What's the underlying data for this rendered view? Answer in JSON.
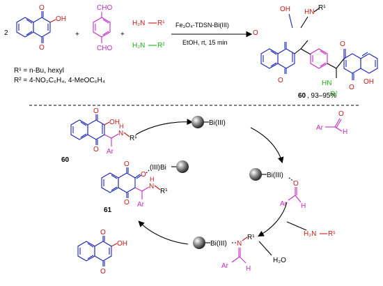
{
  "colors": {
    "blue": "#1a23b8",
    "magenta": "#c42bc4",
    "red": "#c41a1a",
    "green": "#1fae1f",
    "black": "#000000"
  },
  "top": {
    "coef": "2",
    "plus1": "+",
    "plus2": "+",
    "cho_top": "CHO",
    "cho_bot": "CHO",
    "h2n1": "H₂N",
    "r1": "R¹",
    "h2n2": "H₂N",
    "r2": "R²",
    "reagent": "Fe₃O₄-TDSN-Bi(III)",
    "conditions": "EtOH, rt, 15 min",
    "r1_def": "R¹ = n-Bu, hexyl",
    "r2_def": "R² = 4-NO₂C₆H₄, 4-MeOC₆H₄",
    "product_label": "60",
    "yield": ", 93–95%",
    "prod_oh1": "OH",
    "prod_hn1": "HN",
    "prod_r1": "R¹",
    "prod_o1": "O",
    "prod_o2": "O",
    "prod_o3": "O",
    "prod_o4": "O",
    "prod_hn2": "HN",
    "prod_r2": "R²",
    "prod_oh2": "OH"
  },
  "cycle": {
    "bi1": "Bi(III)",
    "bi2": "Bi(III)",
    "bi3": "Bi(III)",
    "bi4": "(III)Bi",
    "ald_ar": "Ar",
    "ald_o": "O",
    "ald_h": "H",
    "cx_o": "O",
    "cx_ar": "Ar",
    "cx_h": "H",
    "amine": "H₂N",
    "amine_r": "R¹",
    "water": "H₂O",
    "im_n": "N",
    "im_r": "R¹",
    "im_ar": "Ar",
    "im_h": "H",
    "p60_label": "60",
    "p60_oh": "OH",
    "p60_hn": "H",
    "p60_n": "N",
    "p60_r": "R¹",
    "p60_ar": "Ar",
    "p60_o1": "O",
    "p60_o2": "O",
    "i61_label": "61",
    "i61_o1": "O",
    "i61_o2": "O",
    "i61_o3": "O",
    "i61_hn": "H",
    "i61_n": "N",
    "i61_r": "R¹",
    "i61_ar": "Ar",
    "sm_o1": "O",
    "sm_o2": "O",
    "sm_oh": "OH"
  }
}
